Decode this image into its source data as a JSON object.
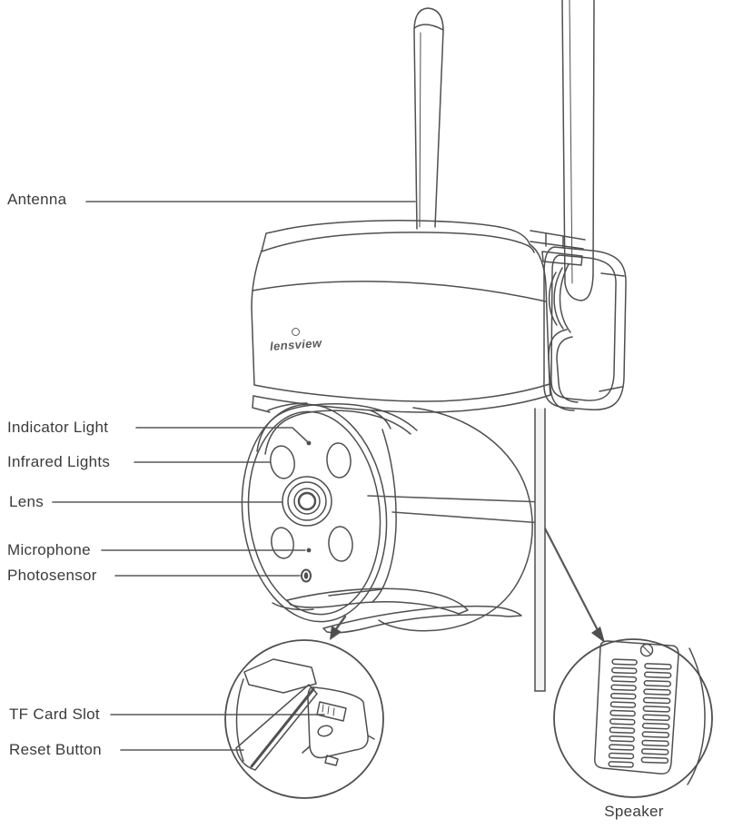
{
  "diagram": {
    "type": "product-parts-diagram",
    "subject": "security camera",
    "brand": "lensview",
    "labels": {
      "antenna": "Antenna",
      "indicator_light": "Indicator Light",
      "infrared_lights": "Infrared Lights",
      "lens": "Lens",
      "microphone": "Microphone",
      "photosensor": "Photosensor",
      "tf_card_slot": "TF Card Slot",
      "reset_button": "Reset Button",
      "speaker": "Speaker"
    },
    "colors": {
      "line": "#4f4f4f",
      "text": "#3b3b3b",
      "background": "#ffffff"
    }
  }
}
